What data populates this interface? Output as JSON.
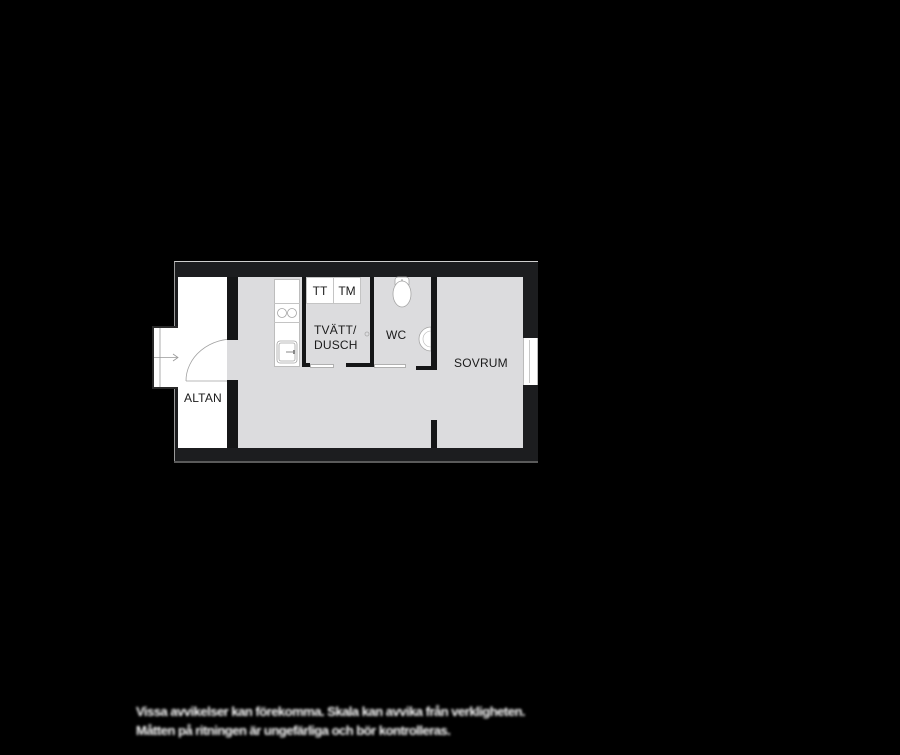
{
  "floorplan": {
    "rooms": {
      "altan": "ALTAN",
      "tvatt_dusch_line1": "TVÄTT/",
      "tvatt_dusch_line2": "DUSCH",
      "wc": "WC",
      "sovrum": "SOVRUM"
    },
    "appliances": {
      "tt": "TT",
      "tm": "TM"
    },
    "colors": {
      "background": "#000000",
      "wall": "#1c1d1f",
      "floor": "#dcdcde",
      "altan_floor": "#ffffff",
      "fixture": "#ffffff"
    },
    "icons": [
      "door-swing-icon",
      "stove-icon",
      "sink-icon",
      "toilet-icon",
      "washbasin-icon",
      "floor-drain-icon",
      "entry-arrow-icon"
    ]
  },
  "disclaimer": {
    "line1": "Vissa avvikelser kan förekomma. Skala kan avvika från verkligheten.",
    "line2": "Måtten på ritningen är ungefärliga och bör kontrolleras."
  }
}
